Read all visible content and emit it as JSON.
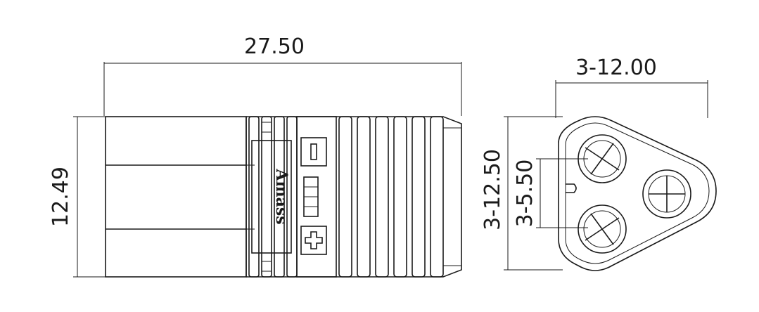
{
  "dimensions": {
    "overall_length": "27.50",
    "overall_height": "12.49",
    "face_width": "3-12.00",
    "face_height": "3-12.50",
    "pin_spacing": "3-5.50"
  },
  "brand": "Amass",
  "polarity": {
    "negative": "−",
    "positive": "+"
  },
  "colors": {
    "line": "#1a1a1a",
    "background": "#ffffff"
  }
}
